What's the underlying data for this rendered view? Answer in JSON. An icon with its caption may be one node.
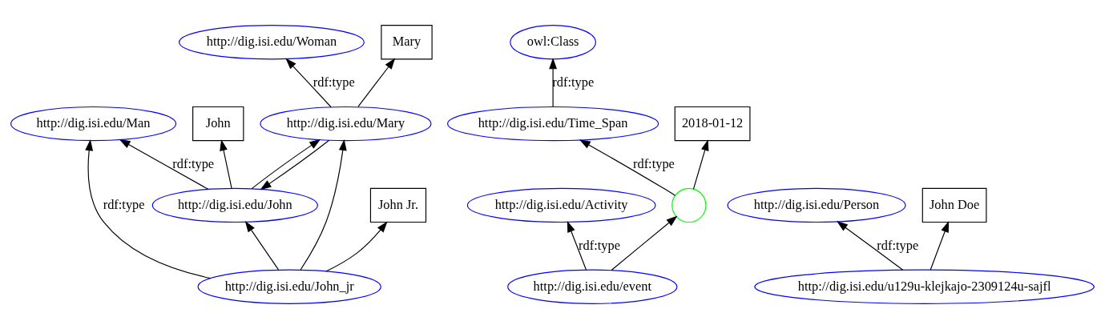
{
  "diagram": {
    "nodes": [
      {
        "text": [
          "John"
        ]
      },
      {
        "text": [
          "http://dig.isi.edu/Man"
        ]
      },
      {
        "text": [
          "owl:Class"
        ]
      },
      {
        "text": [
          "http://dig.isi.edu/Woman"
        ]
      },
      {
        "text": [
          "Mary"
        ]
      },
      {
        "text": [
          "http://dig.isi.edu/John"
        ]
      },
      {
        "text": [
          "http://dig.isi.edu/Time_Span"
        ]
      },
      {
        "text": [
          "2018-01-12"
        ]
      },
      {
        "text": [
          "http://dig.isi.edu/Person"
        ]
      },
      {
        "text": [
          "John Doe"
        ]
      },
      {
        "text": [
          "http://dig.isi.edu/Mary"
        ]
      },
      {
        "text": [
          "John Jr."
        ]
      },
      {
        "text": [
          "http://dig.isi.edu/Activity"
        ]
      },
      {
        "text": [],
        "shape": "circle"
      },
      {
        "text": [
          "http://dig.isi.edu/u129u-klejkajo-2309124u-sajfl"
        ]
      },
      {
        "text": [
          "http://dig.isi.edu/John_jr"
        ]
      },
      {
        "text": [
          "http://dig.isi.edu/event"
        ]
      }
    ],
    "edges": [
      {
        "from": 5,
        "to": 0,
        "arrow": "to"
      },
      {
        "from": 5,
        "to": 1,
        "arrow": "to",
        "label": "rdf:type"
      },
      {
        "from": 6,
        "to": 2,
        "arrow": "to",
        "label": "rdf:type"
      },
      {
        "from": 10,
        "to": 3,
        "arrow": "to",
        "label": "rdf:type"
      },
      {
        "from": 10,
        "to": 4,
        "arrow": "to"
      },
      {
        "from": 10,
        "to": 5,
        "arrow": "to"
      },
      {
        "from": 5,
        "to": 10,
        "arrow": "to"
      },
      {
        "from": 14,
        "to": 8,
        "arrow": "to",
        "label": "rdf:type"
      },
      {
        "from": 14,
        "to": 9,
        "arrow": "to"
      },
      {
        "from": 15,
        "to": 10,
        "arrow": "to"
      },
      {
        "from": 15,
        "to": 5,
        "arrow": "to"
      },
      {
        "from": 15,
        "to": 1,
        "arrow": "to",
        "label": "rdf:type"
      },
      {
        "from": 15,
        "to": 11,
        "arrow": "to"
      },
      {
        "from": 13,
        "to": 6,
        "arrow": "to",
        "label": "rdf:type"
      },
      {
        "from": 13,
        "to": 7,
        "arrow": "to"
      },
      {
        "from": 16,
        "to": 12,
        "arrow": "to",
        "label": "rdf:type"
      },
      {
        "from": 16,
        "to": 13,
        "arrow": "to"
      }
    ]
  }
}
